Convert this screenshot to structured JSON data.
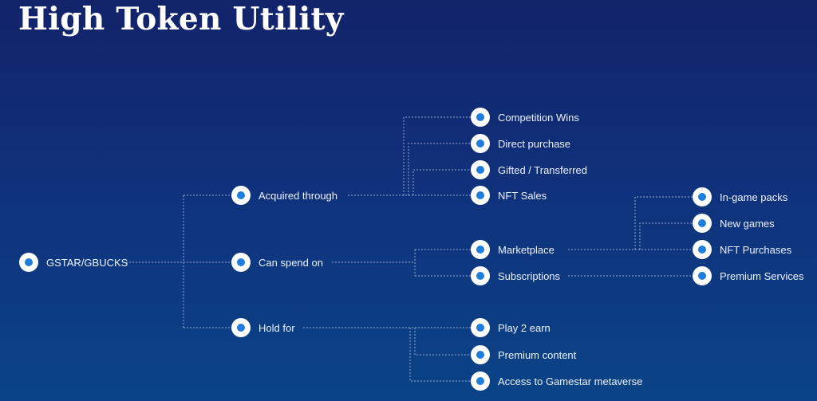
{
  "title": "High Token Utility",
  "diagram": {
    "root": "GSTAR/GBUCKS",
    "branches": {
      "acquired": {
        "label": "Acquired through",
        "children": [
          "Competition Wins",
          "Direct purchase",
          "Gifted / Transferred",
          "NFT Sales"
        ]
      },
      "spend": {
        "label": "Can spend on",
        "marketplace": {
          "label": "Marketplace",
          "children": [
            "In-game packs",
            "New games",
            "NFT Purchases"
          ]
        },
        "subscriptions": {
          "label": "Subscriptions",
          "children": [
            "Premium Services"
          ]
        }
      },
      "hold": {
        "label": "Hold for",
        "children": [
          "Play 2 earn",
          "Premium content",
          "Access to Gamestar metaverse"
        ]
      }
    }
  },
  "colors": {
    "background_top": "#12236a",
    "background_bottom": "#0a4486",
    "dot_fill": "#ffffff",
    "dot_center": "#1f7ddb",
    "connector": "#b9c6e6"
  }
}
